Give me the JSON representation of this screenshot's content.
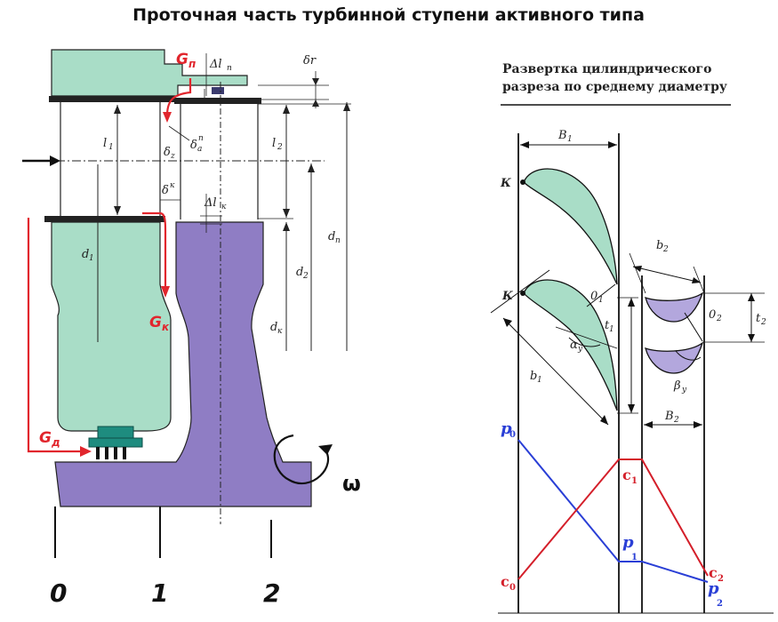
{
  "title": "Проточная часть турбинной ступени активного типа",
  "right_panel": {
    "title_line1": "Развертка цилиндрического",
    "title_line2": "разреза по среднему диаметру"
  },
  "stations": [
    "0",
    "1",
    "2"
  ],
  "flows": {
    "g_p": "G",
    "g_p_sub": "п",
    "g_k": "G",
    "g_k_sub": "к",
    "g_d": "G",
    "g_d_sub": "д"
  },
  "omega": "ω",
  "left_labels": {
    "delta_l": "Δl",
    "delta_l_sub": "п",
    "delta_r": "δr",
    "l1": "l",
    "l1_sub": "1",
    "l2": "l",
    "l2_sub": "2",
    "delta_z": "δ",
    "delta_z_sub": "z",
    "delta_a": "δ",
    "delta_a_sub": "a",
    "delta_a_sup": "п",
    "delta_k": "δ",
    "delta_k_sup": "к",
    "delta_lk": "Δl",
    "delta_lk_sub": "к",
    "d1": "d",
    "d1_sub": "1",
    "d2": "d",
    "d2_sub": "2",
    "dk": "d",
    "dk_sub": "к",
    "dp": "d",
    "dp_sub": "п"
  },
  "right_labels": {
    "B1": "B",
    "B1_sub": "1",
    "K_top": "К",
    "K_mid": "К",
    "o1": "0",
    "o1_sub": "1",
    "t1": "t",
    "t1_sub": "1",
    "alpha": "α",
    "alpha_sub": "у",
    "b1": "b",
    "b1_sub": "1",
    "b2": "b",
    "b2_sub": "2",
    "o2": "0",
    "o2_sub": "2",
    "t2": "t",
    "t2_sub": "2",
    "beta": "β",
    "beta_sub": "у",
    "B2": "B",
    "B2_sub": "2"
  },
  "pressure_plot": {
    "p0": "p",
    "p0_sub": "0",
    "p1": "p",
    "p1_sub": "1",
    "p2": "p",
    "p2_sub": "2",
    "c0": "c",
    "c0_sub": "0",
    "c1": "c",
    "c1_sub": "1",
    "c2": "c",
    "c2_sub": "2"
  },
  "colors": {
    "nozzle_fill": "#a9ddc7",
    "rotor_fill": "#8f7dc4",
    "flow_red": "#e1262d",
    "pressure_blue": "#2a3fd6",
    "velocity_red": "#d41f2a",
    "seal_teal": "#1e8c7f"
  }
}
